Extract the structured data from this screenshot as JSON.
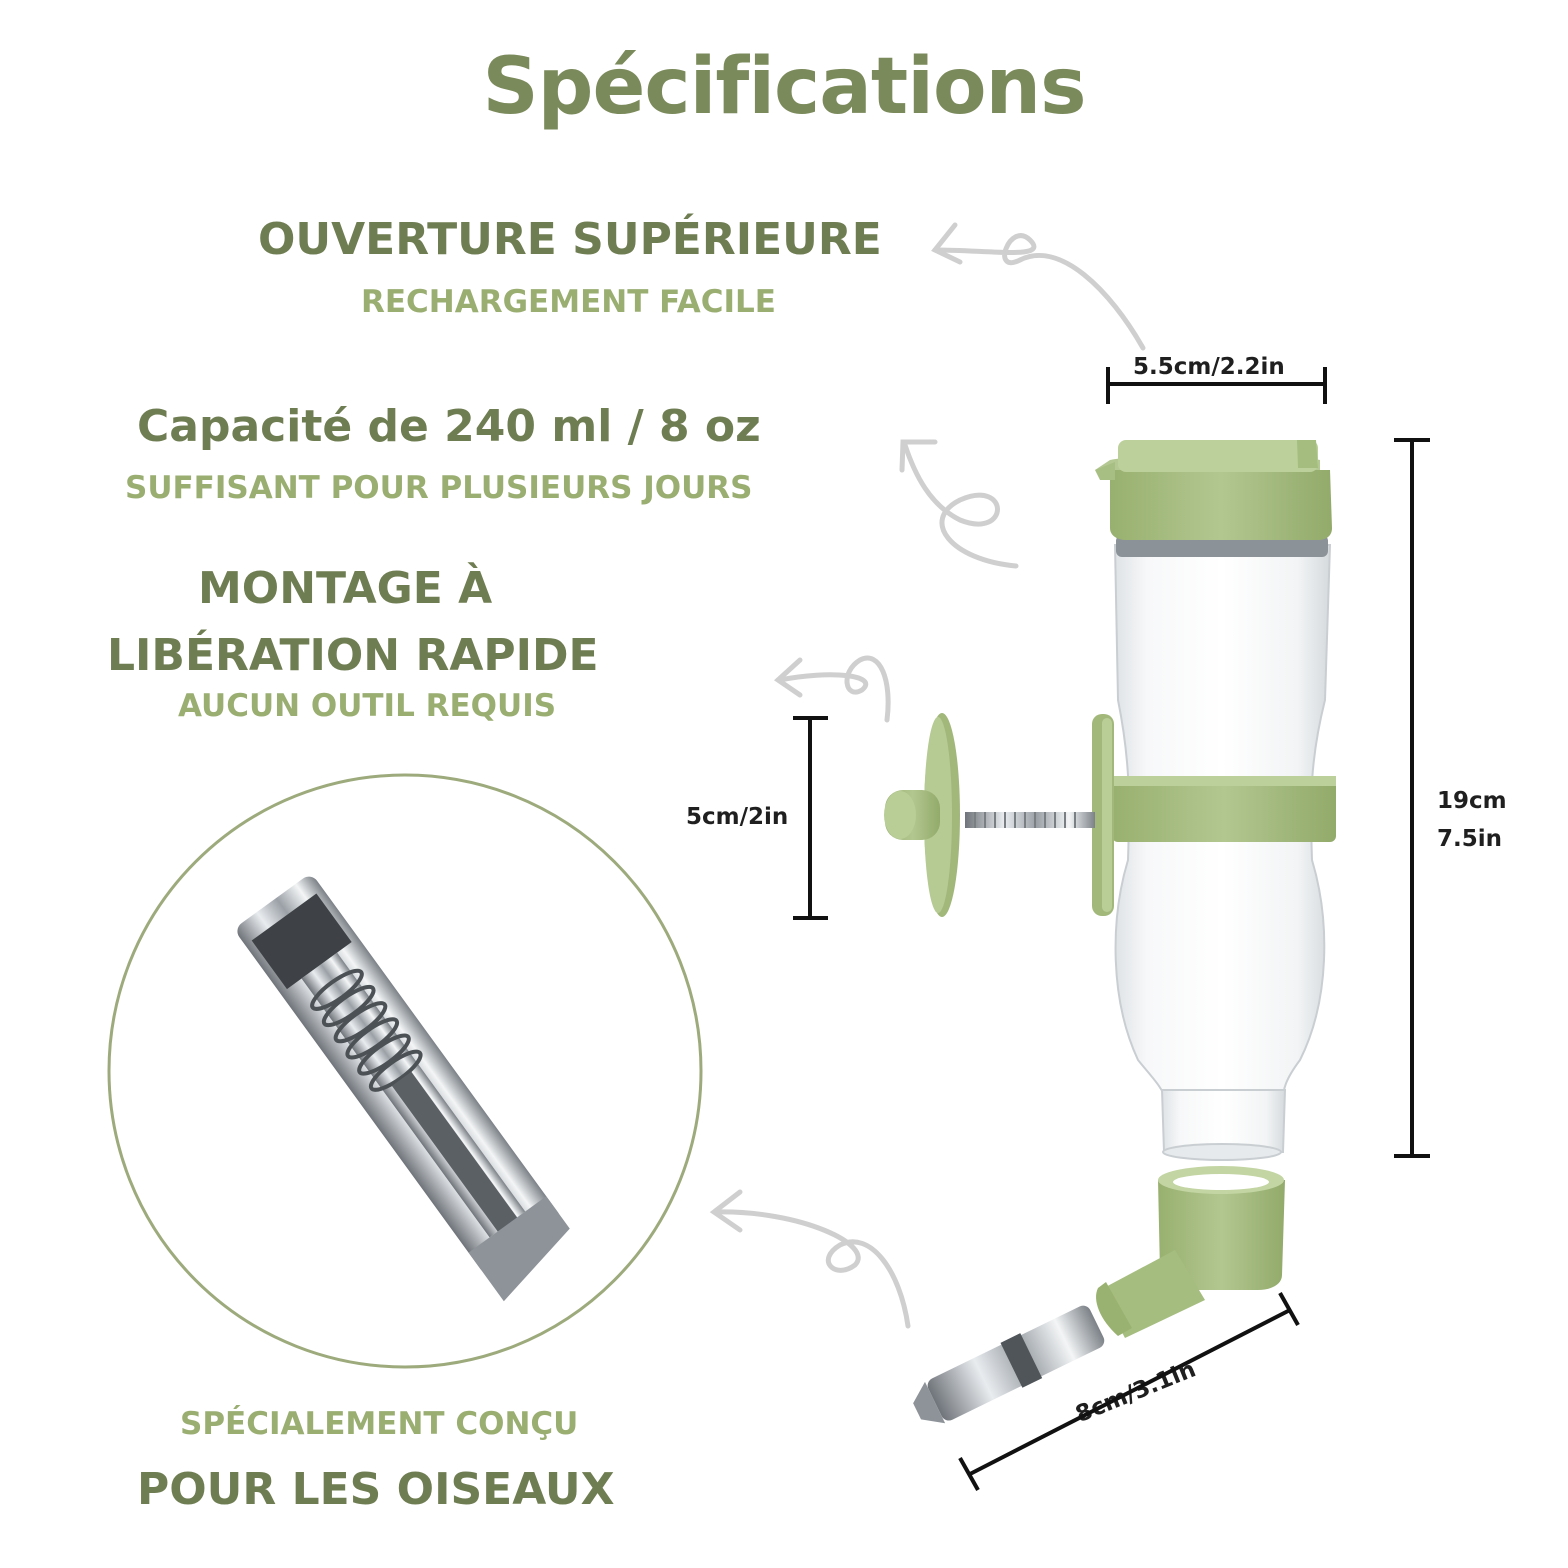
{
  "title": "Spécifications",
  "features": [
    {
      "heading": "OUVERTURE SUPÉRIEURE",
      "sub": "RECHARGEMENT FACILE"
    },
    {
      "heading": "Capacité de 240 ml / 8 oz",
      "sub": "SUFFISANT POUR PLUSIEURS JOURS"
    },
    {
      "heading_line1": "MONTAGE À",
      "heading_line2": "LIBÉRATION RAPIDE",
      "sub": "AUCUN OUTIL REQUIS"
    },
    {
      "sub": "SPÉCIALEMENT CONÇU",
      "heading": "POUR LES OISEAUX"
    }
  ],
  "dimensions": {
    "top_width": "5.5cm/2.2in",
    "height_cm": "19cm",
    "height_in": "7.5in",
    "mount": "5cm/2in",
    "nozzle": "8cm/3.1in"
  },
  "colors": {
    "heading": "#6f7d52",
    "subheading": "#9aae72",
    "product_green": "#a8bf84",
    "arrow_gray": "#cfcfcf"
  }
}
